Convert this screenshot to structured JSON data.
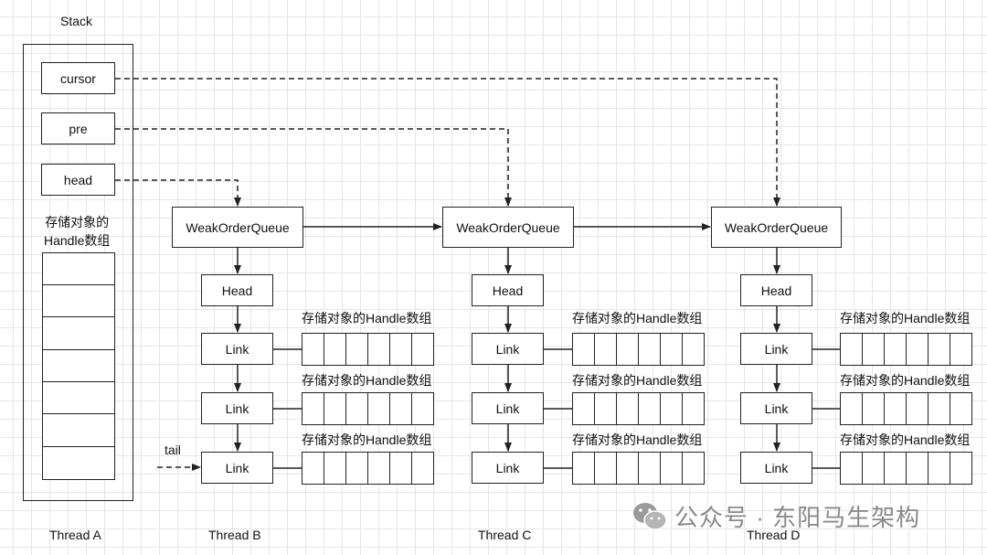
{
  "stack": {
    "title": "Stack",
    "fields": [
      "cursor",
      "pre",
      "head"
    ],
    "array_label": "存储对象的\nHandle数组",
    "thread": "Thread A"
  },
  "threads": [
    {
      "thread": "Thread B",
      "queue": "WeakOrderQueue",
      "head": "Head",
      "links": [
        "Link",
        "Link",
        "Link"
      ],
      "array_labels": [
        "存储对象的Handle数组",
        "存储对象的Handle数组",
        "存储对象的Handle数组"
      ]
    },
    {
      "thread": "Thread C",
      "queue": "WeakOrderQueue",
      "head": "Head",
      "links": [
        "Link",
        "Link",
        "Link"
      ],
      "array_labels": [
        "存储对象的Handle数组",
        "存储对象的Handle数组",
        "存储对象的Handle数组"
      ]
    },
    {
      "thread": "Thread D",
      "queue": "WeakOrderQueue",
      "head": "Head",
      "links": [
        "Link",
        "Link",
        "Link"
      ],
      "array_labels": [
        "存储对象的Handle数组",
        "存储对象的Handle数组",
        "存储对象的Handle数组"
      ]
    }
  ],
  "tail_label": "tail",
  "watermark": {
    "text": "公众号 · 东阳马生架构",
    "icon": "wechat-icon"
  }
}
